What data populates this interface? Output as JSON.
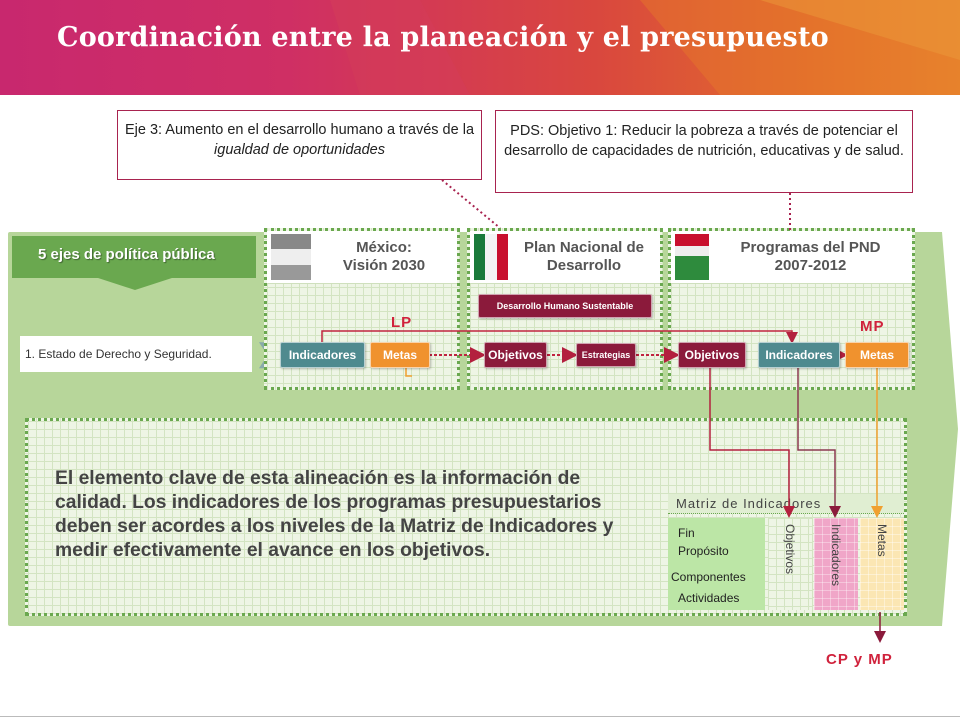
{
  "header": {
    "title": "Coordinación entre la planeación y el presupuesto"
  },
  "callouts": {
    "eje": {
      "prefix": "Eje 3: Aumento en el desarrollo humano a través de la ",
      "emphasis": "igualdad de oportunidades"
    },
    "pds": {
      "text": "PDS: Objetivo 1: Reducir la pobreza a través de potenciar el desarrollo de capacidades de nutrición, educativas y de salud."
    }
  },
  "diagram": {
    "ejes_banner": "5 ejes de política pública",
    "eje_item": "1. Estado de Derecho y Seguridad.",
    "mexico": {
      "line1": "México:",
      "line2": "Visión 2030"
    },
    "pnd": {
      "line1": "Plan Nacional de",
      "line2": "Desarrollo",
      "tag": "Desarrollo Humano Sustentable"
    },
    "programas": {
      "line1": "Programas del PND",
      "line2": "2007-2012"
    },
    "pills": {
      "indicadores1": "Indicadores",
      "metas1": "Metas",
      "objetivos1": "Objetivos",
      "estrategias": "Estrategias",
      "objetivos2": "Objetivos",
      "indicadores2": "Indicadores",
      "metas2": "Metas"
    },
    "labels": {
      "lp": "LP",
      "mp": "MP",
      "cp_mp": "CP y MP"
    },
    "key_text": "El elemento clave de esta alineación es la información de calidad. Los indicadores de los programas presupuestarios deben ser acordes a los niveles de la Matriz de Indicadores y medir efectivamente el avance en los objetivos.",
    "matriz": {
      "title": "Matriz de Indicadores",
      "rows": [
        "Fin",
        "Propósito",
        "Componentes",
        "Actividades"
      ],
      "columns": [
        "Objetivos",
        "Indicadores",
        "Metas"
      ]
    }
  },
  "colors": {
    "green": "#6aa84f",
    "teal": "#4f8a8f",
    "orange": "#f0922e",
    "maroon": "#8b1a3b",
    "red": "#d0223c",
    "pink": "#f0a6c8",
    "peach": "#fbe6b3"
  }
}
